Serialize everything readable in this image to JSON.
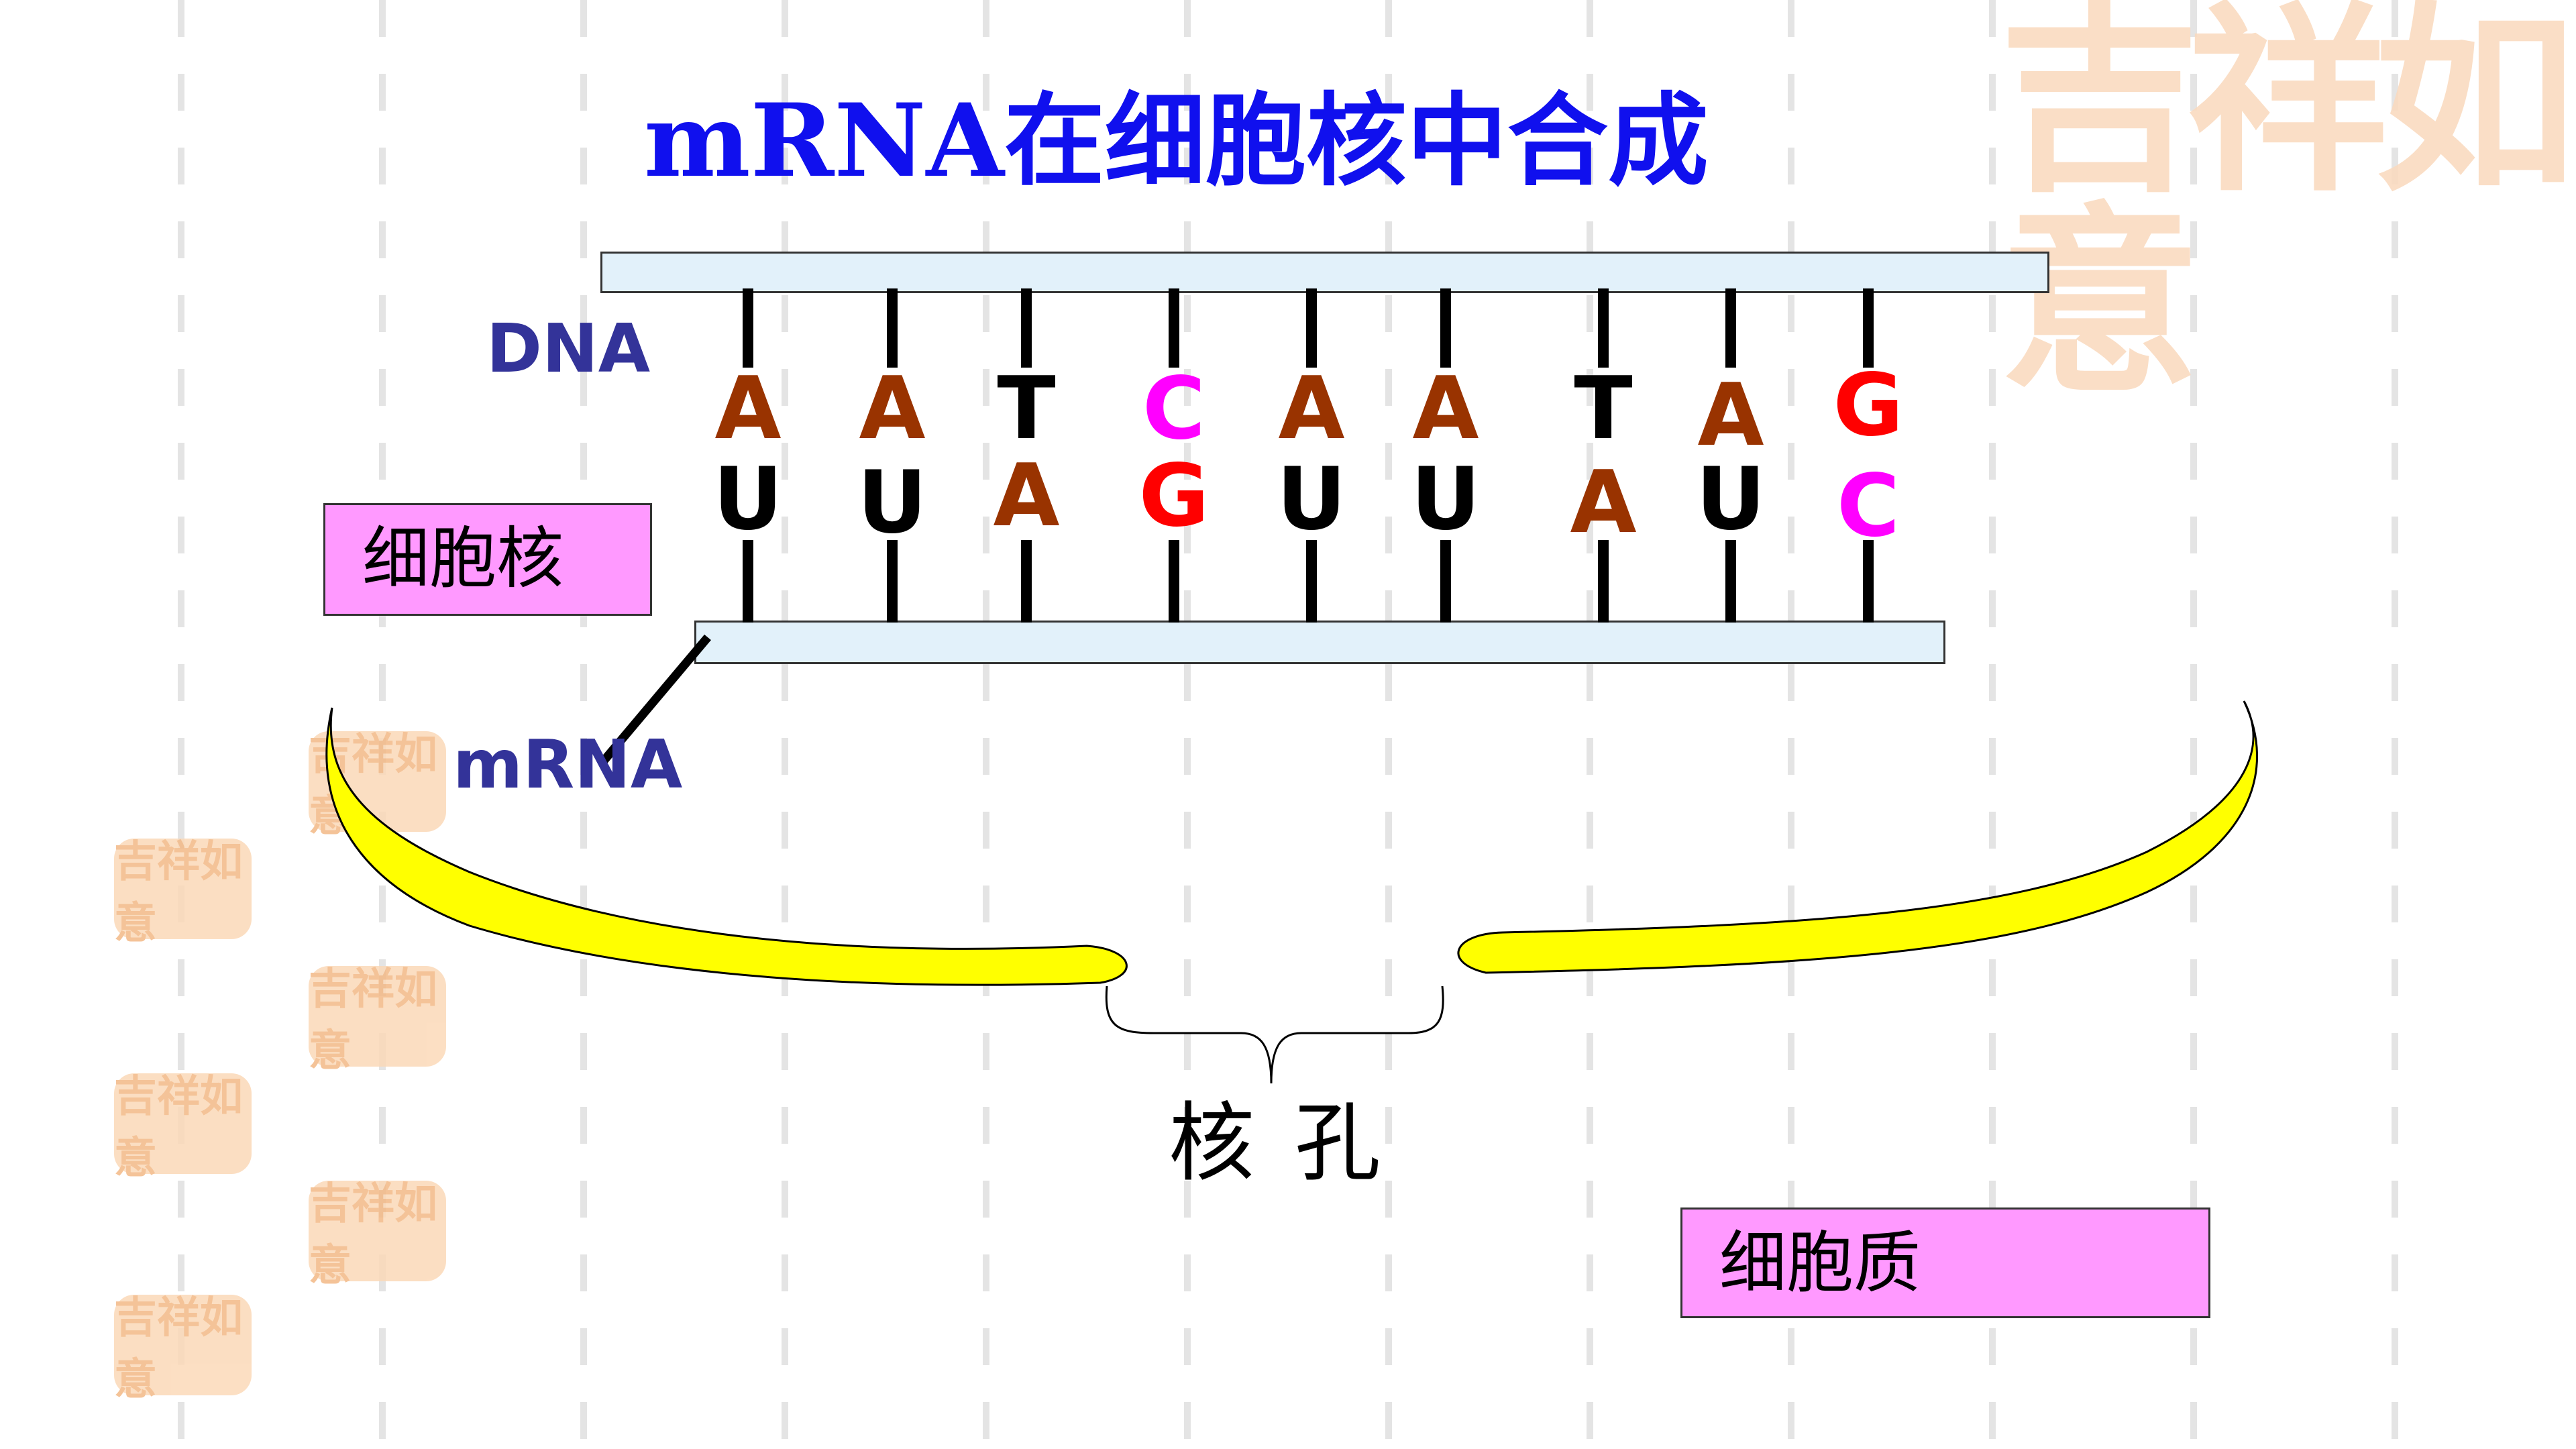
{
  "title": "mRNA在细胞核中合成",
  "labels": {
    "dna": "DNA",
    "mrna": "mRNA",
    "nucleus": "细胞核",
    "cytoplasm": "细胞质",
    "nuclear_pore": "核孔"
  },
  "watermark_text": "吉祥如意",
  "base_pairs": [
    {
      "dna": "A",
      "rna": "U"
    },
    {
      "dna": "A",
      "rna": "U"
    },
    {
      "dna": "T",
      "rna": "A"
    },
    {
      "dna": "C",
      "rna": "G"
    },
    {
      "dna": "A",
      "rna": "U"
    },
    {
      "dna": "A",
      "rna": "U"
    },
    {
      "dna": "T",
      "rna": "A"
    },
    {
      "dna": "A",
      "rna": "U"
    },
    {
      "dna": "G",
      "rna": "C"
    }
  ],
  "colors": {
    "A": "#993300",
    "T": "#000000",
    "U": "#000000",
    "C": "#ff00ff",
    "G": "#ff0000",
    "title": "#1010ee",
    "label": "#333399",
    "box_fill": "#ff99ff",
    "membrane": "#ffff00",
    "strand_fill": "#e2f1fa"
  }
}
